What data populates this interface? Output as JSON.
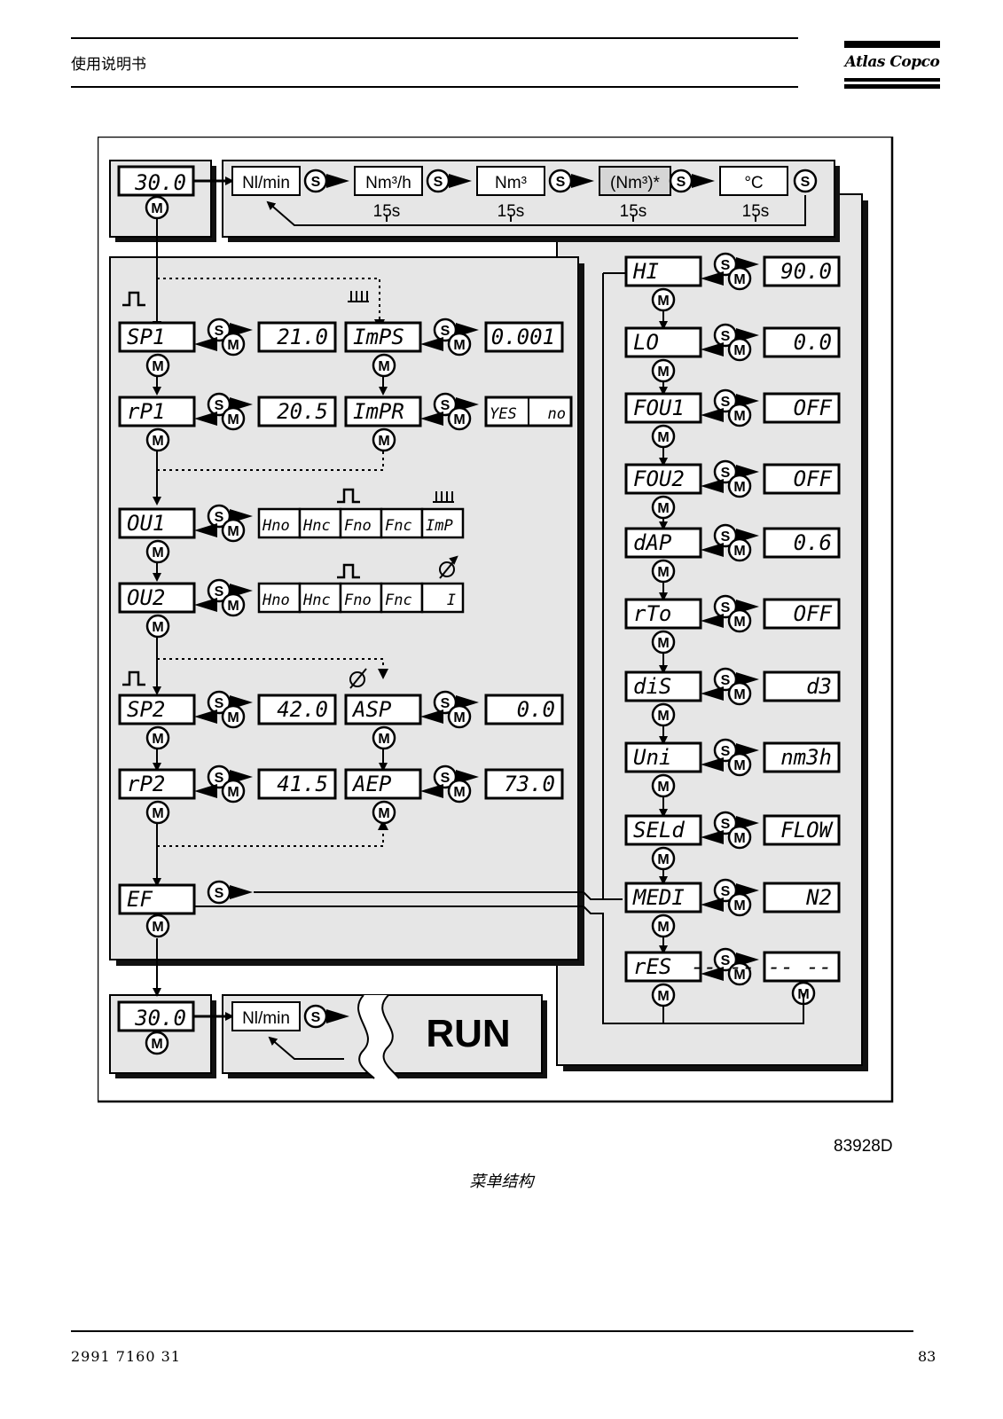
{
  "header": {
    "title": "使用说明书",
    "brand": "Atlas Copco"
  },
  "footer": {
    "doc_number": "2991 7160 31",
    "page_number": "83"
  },
  "figure": {
    "id": "83928D",
    "caption": "菜单结构"
  },
  "buttons": {
    "s": "S",
    "m": "M"
  },
  "top_display": {
    "value": "30.0",
    "units": [
      "Nl/min",
      "Nm³/h",
      "Nm³",
      "(Nm³)*",
      "°C"
    ],
    "interval": "15s"
  },
  "bottom_display": {
    "value": "30.0",
    "unit": "Nl/min",
    "mode": "RUN"
  },
  "left_menu": [
    {
      "param": "SP1",
      "value": "21.0"
    },
    {
      "param": "rP1",
      "value": "20.5"
    },
    {
      "param": "ImPS",
      "value": "0.001"
    },
    {
      "param": "ImPR",
      "options": [
        "YES",
        "no"
      ]
    },
    {
      "param": "OU1",
      "options": [
        "Hno",
        "Hnc",
        "Fno",
        "Fnc",
        "ImP"
      ]
    },
    {
      "param": "OU2",
      "options": [
        "Hno",
        "Hnc",
        "Fno",
        "Fnc",
        "I"
      ]
    },
    {
      "param": "SP2",
      "value": "42.0"
    },
    {
      "param": "rP2",
      "value": "41.5"
    },
    {
      "param": "ASP",
      "value": "0.0"
    },
    {
      "param": "AEP",
      "value": "73.0"
    },
    {
      "param": "EF"
    }
  ],
  "right_menu": [
    {
      "param": "HI",
      "value": "90.0"
    },
    {
      "param": "LO",
      "value": "0.0"
    },
    {
      "param": "FOU1",
      "value": "OFF"
    },
    {
      "param": "FOU2",
      "value": "OFF"
    },
    {
      "param": "dAP",
      "value": "0.6"
    },
    {
      "param": "rTo",
      "value": "OFF"
    },
    {
      "param": "diS",
      "value": "d3"
    },
    {
      "param": "Uni",
      "value": "nm3h"
    },
    {
      "param": "SELd",
      "value": "FLOW"
    },
    {
      "param": "MEDI",
      "value": "N2"
    },
    {
      "param": "rES",
      "value": "-- -- -- --"
    }
  ],
  "symbols": {
    "pulse_icon": "switch-output-icon",
    "impulse_icon": "impulse-output-icon",
    "analog_icon": "analog-output-icon"
  }
}
